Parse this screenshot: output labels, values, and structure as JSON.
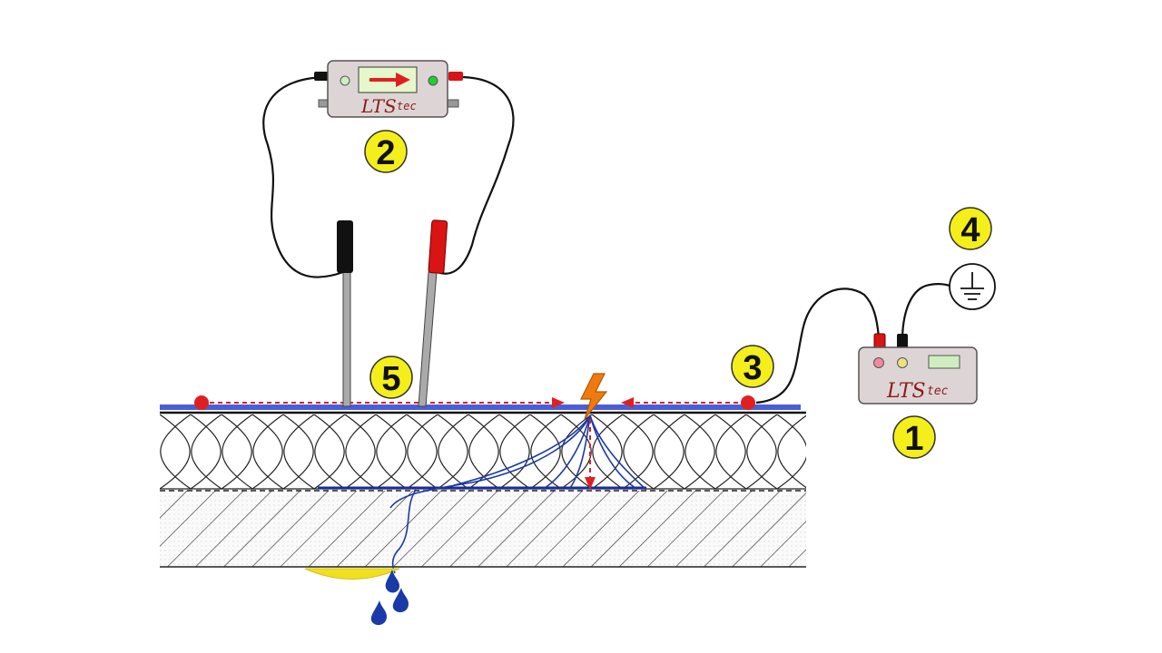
{
  "callouts": {
    "c1": "1",
    "c2": "2",
    "c3": "3",
    "c4": "4",
    "c5": "5"
  },
  "logo": {
    "main": "LTS",
    "sub": "tec"
  },
  "colors": {
    "callout_fill": "#f4ee1a",
    "membrane": "#4a5fd6",
    "arrow": "#e02020",
    "lightning": "#f07a10",
    "water": "#1a3aa8",
    "device": "#ddd5d5",
    "probe_red": "#d81414",
    "probe_black": "#111111",
    "leak_patch": "#f0e020"
  },
  "icons": {
    "device_main": "leak-detector-unit-icon",
    "device_meter": "direction-meter-icon",
    "ground": "ground-symbol-icon",
    "lightning": "lightning-icon",
    "water": "water-drop-icon"
  }
}
